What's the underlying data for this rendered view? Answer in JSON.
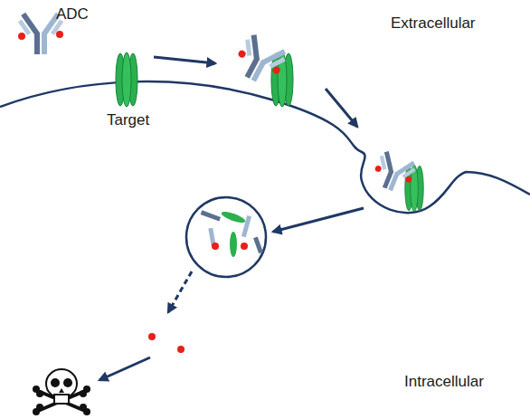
{
  "diagram": {
    "labels": [
      "ADC",
      "Extracellular",
      "Target",
      "Intracellular"
    ]
  }
}
